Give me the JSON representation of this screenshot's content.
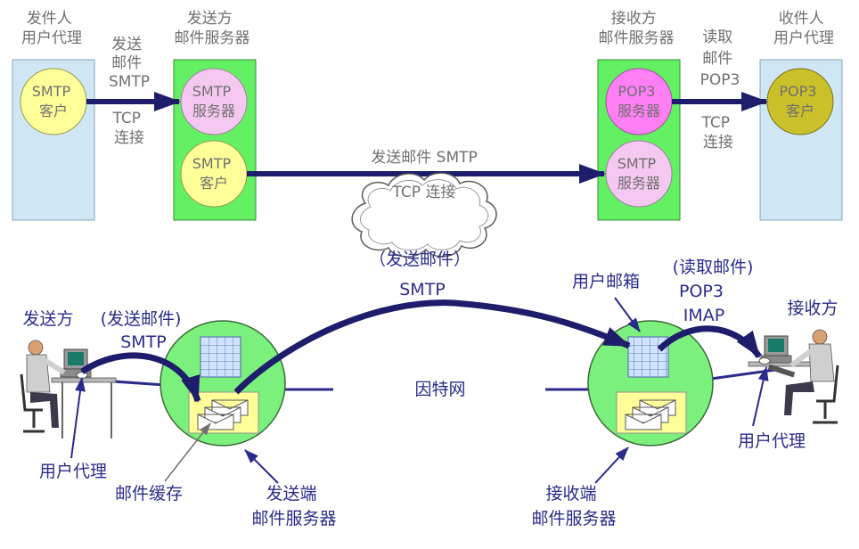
{
  "colors": {
    "navy": "#1d1d6b",
    "label_blue": "#2b2b8c",
    "gray_text": "#707070",
    "panel_blue": "#cfe6f4",
    "panel_green": "#63f063",
    "yellow_circle": "#ffff99",
    "pink_circle": "#f4c8f0",
    "magenta_circle": "#ff7ff4",
    "olive_circle": "#c9c02a",
    "server_green": "#7cf07c"
  },
  "top": {
    "sender_ua_title": [
      "发件人",
      "用户代理"
    ],
    "sender_server_title": [
      "发送方",
      "邮件服务器"
    ],
    "receiver_server_title": [
      "接收方",
      "邮件服务器"
    ],
    "receiver_ua_title": [
      "收件人",
      "用户代理"
    ],
    "smtp_client_1": [
      "SMTP",
      "客户"
    ],
    "smtp_server": [
      "SMTP",
      "服务器"
    ],
    "smtp_client_2": [
      "SMTP",
      "客户"
    ],
    "pop3_server": [
      "POP3",
      "服务器"
    ],
    "smtp_server_2": [
      "SMTP",
      "服务器"
    ],
    "pop3_client": [
      "POP3",
      "客户"
    ],
    "left_send_label": [
      "发送",
      "邮件",
      "SMTP"
    ],
    "left_tcp_label": [
      "TCP",
      "连接"
    ],
    "middle_send_label": "发送邮件 SMTP",
    "middle_tcp_label": "TCP 连接",
    "right_read_label": [
      "读取",
      "邮件",
      "POP3"
    ],
    "right_tcp_label": [
      "TCP",
      "连接"
    ]
  },
  "bottom": {
    "sender_label": "发送方",
    "send_mail_label": [
      "(发送邮件)",
      "SMTP"
    ],
    "cloud_label": [
      "（发送邮件）",
      "SMTP"
    ],
    "mailbox_label": "用户邮箱",
    "read_mail_label": [
      "(读取邮件)",
      "POP3",
      "IMAP"
    ],
    "receiver_label": "接收方",
    "internet_label": "因特网",
    "ua_left_label": "用户代理",
    "mail_cache_label": "邮件缓存",
    "send_server_label": [
      "发送端",
      "邮件服务器"
    ],
    "recv_server_label": [
      "接收端",
      "邮件服务器"
    ],
    "ua_right_label": "用户代理"
  }
}
